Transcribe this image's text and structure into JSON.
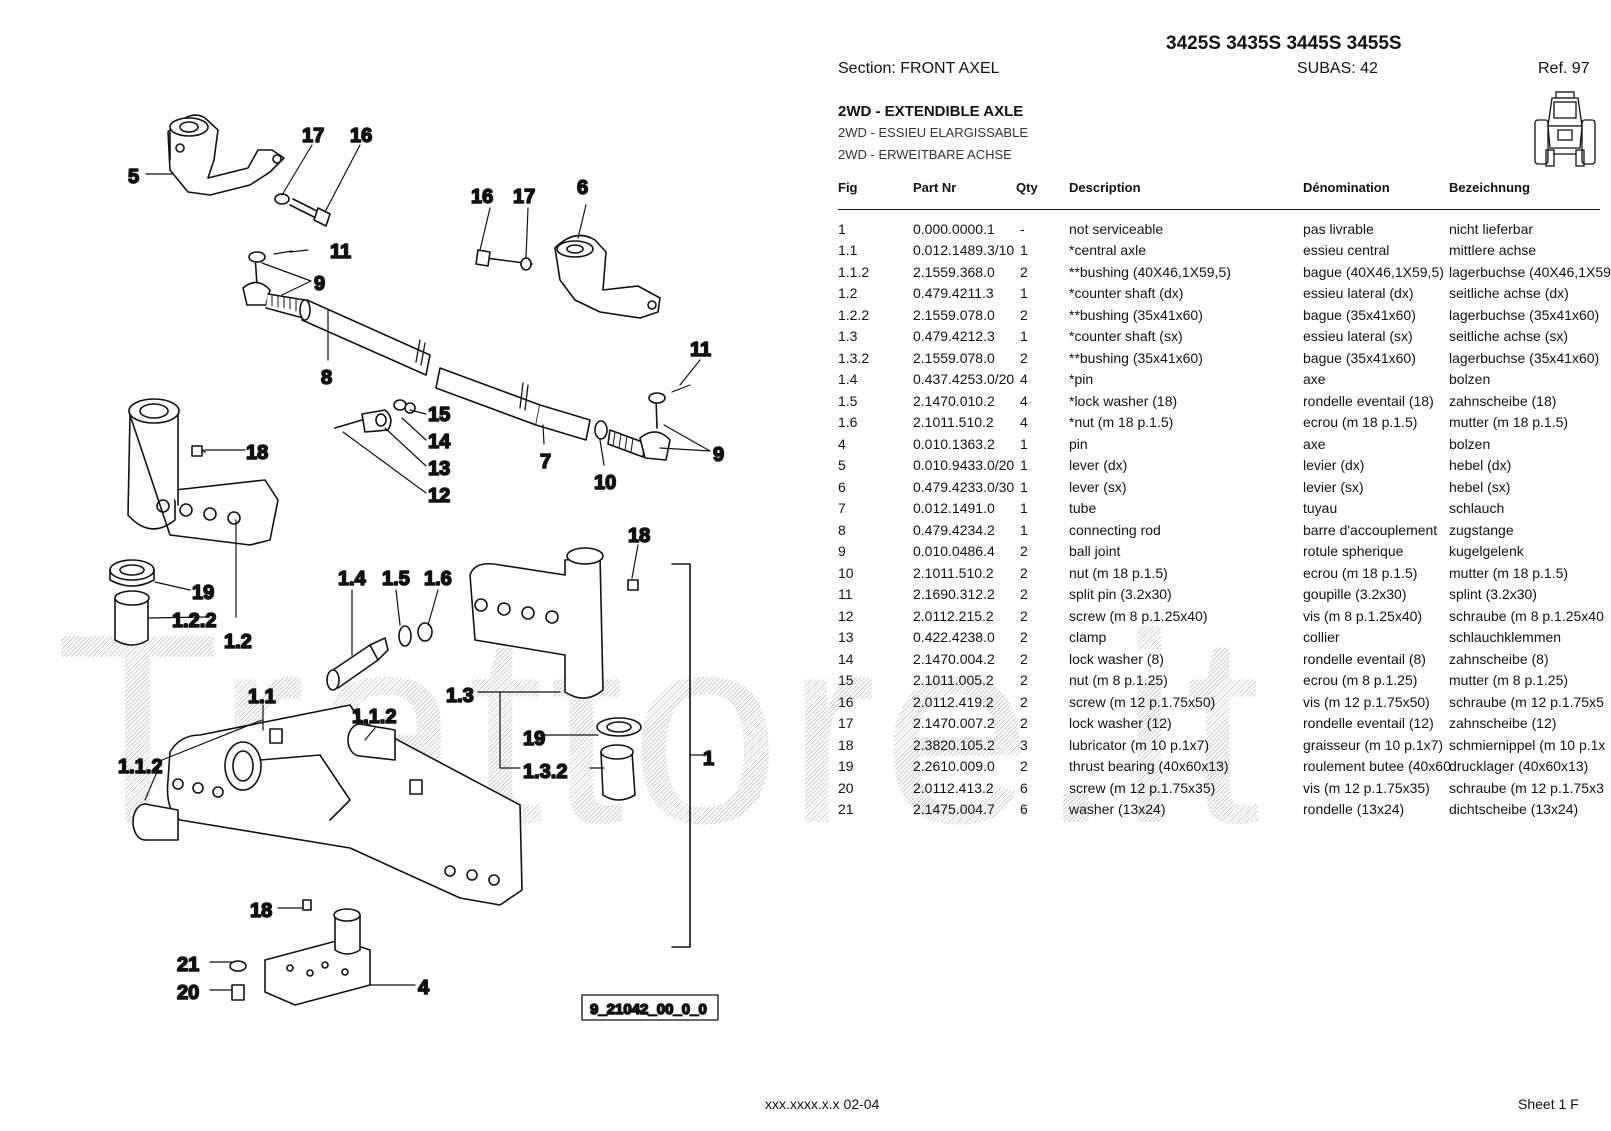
{
  "header": {
    "models": "3425S 3435S 3445S 3455S",
    "section": "Section: FRONT AXEL",
    "subas": "SUBAS: 42",
    "ref": "Ref. 97",
    "title_en": "2WD - EXTENDIBLE AXLE",
    "title_fr": "2WD - ESSIEU ELARGISSABLE",
    "title_de": "2WD - ERWEITBARE ACHSE",
    "tractor_icon": "tractor-front-icon"
  },
  "table": {
    "columns": [
      "Fig",
      "Part Nr",
      "Qty",
      "Description",
      "Dénomination",
      "Bezeichnung"
    ],
    "rows": [
      [
        "1",
        "0.000.0000.1",
        "-",
        "not serviceable",
        "pas livrable",
        "nicht lieferbar"
      ],
      [
        "1.1",
        "0.012.1489.3/10",
        "1",
        "*central axle",
        "essieu central",
        "mittlere achse"
      ],
      [
        "1.1.2",
        "2.1559.368.0",
        "2",
        "**bushing (40X46,1X59,5)",
        "bague (40X46,1X59,5)",
        "lagerbuchse (40X46,1X59"
      ],
      [
        "1.2",
        "0.479.4211.3",
        "1",
        "*counter shaft (dx)",
        "essieu lateral (dx)",
        "seitliche achse (dx)"
      ],
      [
        "1.2.2",
        "2.1559.078.0",
        "2",
        "**bushing (35x41x60)",
        "bague (35x41x60)",
        "lagerbuchse (35x41x60)"
      ],
      [
        "1.3",
        "0.479.4212.3",
        "1",
        "*counter shaft (sx)",
        "essieu lateral (sx)",
        "seitliche achse (sx)"
      ],
      [
        "1.3.2",
        "2.1559.078.0",
        "2",
        "**bushing (35x41x60)",
        "bague (35x41x60)",
        "lagerbuchse (35x41x60)"
      ],
      [
        "1.4",
        "0.437.4253.0/20",
        "4",
        "*pin",
        "axe",
        "bolzen"
      ],
      [
        "1.5",
        "2.1470.010.2",
        "4",
        "*lock washer (18)",
        "rondelle eventail (18)",
        "zahnscheibe (18)"
      ],
      [
        "1.6",
        "2.1011.510.2",
        "4",
        "*nut (m 18 p.1.5)",
        "ecrou (m 18 p.1.5)",
        "mutter (m 18 p.1.5)"
      ],
      [
        "4",
        "0.010.1363.2",
        "1",
        "pin",
        "axe",
        "bolzen"
      ],
      [
        "5",
        "0.010.9433.0/20",
        "1",
        "lever (dx)",
        "levier (dx)",
        "hebel (dx)"
      ],
      [
        "6",
        "0.479.4233.0/30",
        "1",
        "lever (sx)",
        "levier (sx)",
        "hebel (sx)"
      ],
      [
        "7",
        "0.012.1491.0",
        "1",
        "tube",
        "tuyau",
        "schlauch"
      ],
      [
        "8",
        "0.479.4234.2",
        "1",
        "connecting rod",
        "barre d'accouplement",
        "zugstange"
      ],
      [
        "9",
        "0.010.0486.4",
        "2",
        "ball joint",
        "rotule spherique",
        "kugelgelenk"
      ],
      [
        "10",
        "2.1011.510.2",
        "2",
        "nut (m 18 p.1.5)",
        "ecrou (m 18 p.1.5)",
        "mutter (m 18 p.1.5)"
      ],
      [
        "11",
        "2.1690.312.2",
        "2",
        "split pin (3.2x30)",
        "goupille (3.2x30)",
        "splint (3.2x30)"
      ],
      [
        "12",
        "2.0112.215.2",
        "2",
        "screw (m 8 p.1.25x40)",
        "vis (m 8 p.1.25x40)",
        "schraube (m 8 p.1.25x40"
      ],
      [
        "13",
        "0.422.4238.0",
        "2",
        "clamp",
        "collier",
        "schlauchklemmen"
      ],
      [
        "14",
        "2.1470.004.2",
        "2",
        "lock washer (8)",
        "rondelle eventail (8)",
        "zahnscheibe (8)"
      ],
      [
        "15",
        "2.1011.005.2",
        "2",
        "nut (m 8 p.1.25)",
        "ecrou (m 8 p.1.25)",
        "mutter (m 8 p.1.25)"
      ],
      [
        "16",
        "2.0112.419.2",
        "2",
        "screw (m 12 p.1.75x50)",
        "vis (m 12 p.1.75x50)",
        "schraube (m 12 p.1.75x5"
      ],
      [
        "17",
        "2.1470.007.2",
        "2",
        "lock washer (12)",
        "rondelle eventail (12)",
        "zahnscheibe (12)"
      ],
      [
        "18",
        "2.3820.105.2",
        "3",
        "lubricator (m 10 p.1x7)",
        "graisseur (m 10 p.1x7)",
        "schmiernippel (m 10 p.1x"
      ],
      [
        "19",
        "2.2610.009.0",
        "2",
        "thrust bearing (40x60x13)",
        "roulement butee (40x60",
        "drucklager (40x60x13)"
      ],
      [
        "20",
        "2.0112.413.2",
        "6",
        "screw (m 12 p.1.75x35)",
        "vis (m 12 p.1.75x35)",
        "schraube (m 12 p.1.75x3"
      ],
      [
        "21",
        "2.1475.004.7",
        "6",
        "washer (13x24)",
        "rondelle (13x24)",
        "dichtscheibe (13x24)"
      ]
    ]
  },
  "diagram": {
    "labels": {
      "l5": "5",
      "l17a": "17",
      "l16a": "16",
      "l11a": "11",
      "l9a": "9",
      "l8": "8",
      "l16b": "16",
      "l17b": "17",
      "l6": "6",
      "l11b": "11",
      "l9b": "9",
      "l10": "10",
      "l7": "7",
      "l15": "15",
      "l14": "14",
      "l13": "13",
      "l12": "12",
      "l18a": "18",
      "l19a": "19",
      "l122": "1.2.2",
      "l12b": "1.2",
      "l14b": "1.4",
      "l15b": "1.5",
      "l16c": "1.6",
      "l18b": "18",
      "l13b": "1.3",
      "l19b": "19",
      "l132": "1.3.2",
      "l1": "1",
      "l11c": "1.1",
      "l112": "1.1.2",
      "l112b": "1.1.2",
      "l18c": "18",
      "l21": "21",
      "l20": "20",
      "l4": "4"
    },
    "drawing_code": "9_21042_00_0_0"
  },
  "watermark": "Trattore.it",
  "footer": {
    "code": "xxx.xxxx.x.x  02-04",
    "sheet": "Sheet 1 F"
  }
}
